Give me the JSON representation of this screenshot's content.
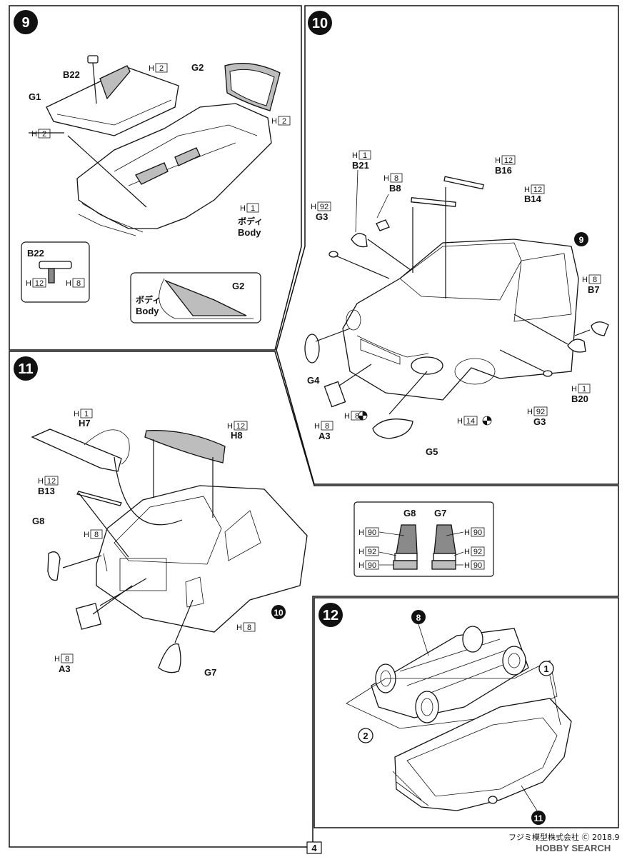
{
  "page_number": "4",
  "footer": {
    "maker": "フジミ模型株式会社 Ⓒ 2018.9",
    "watermark": "HOBBY SEARCH"
  },
  "steps": {
    "s9": {
      "number": "9",
      "labels": {
        "b22": "B22",
        "g1": "G1",
        "g2": "G2",
        "body_jp": "ボディ",
        "body_en": "Body"
      },
      "paint": {
        "h2": "2",
        "h1": "1",
        "h12": "12",
        "h8": "8"
      },
      "detail1": {
        "title": "B22"
      },
      "detail2": {
        "body_jp": "ボディ",
        "body_en": "Body",
        "g2": "G2"
      }
    },
    "s10": {
      "number": "10",
      "labels": {
        "b21": "B21",
        "b16": "B16",
        "b8": "B8",
        "b14": "B14",
        "g3": "G3",
        "b7": "B7",
        "g4": "G4",
        "a3": "A3",
        "g5": "G5",
        "b20": "B20",
        "g3b": "G3"
      },
      "ref": "9",
      "paint": {
        "h1": "1",
        "h12": "12",
        "h8": "8",
        "h92": "92",
        "h14": "14"
      }
    },
    "s11": {
      "number": "11",
      "labels": {
        "h7": "H7",
        "h8": "H8",
        "b13": "B13",
        "g8": "G8",
        "a3": "A3",
        "g7": "G7"
      },
      "ref": "10",
      "paint": {
        "h1": "1",
        "h12": "12",
        "h8": "8"
      },
      "lens_table": {
        "g8": "G8",
        "g7": "G7",
        "rows": [
          "90",
          "92",
          "90"
        ]
      }
    },
    "s12": {
      "number": "12",
      "refs": {
        "r8": "8",
        "r1": "1",
        "r2": "2",
        "r11": "11"
      }
    }
  }
}
